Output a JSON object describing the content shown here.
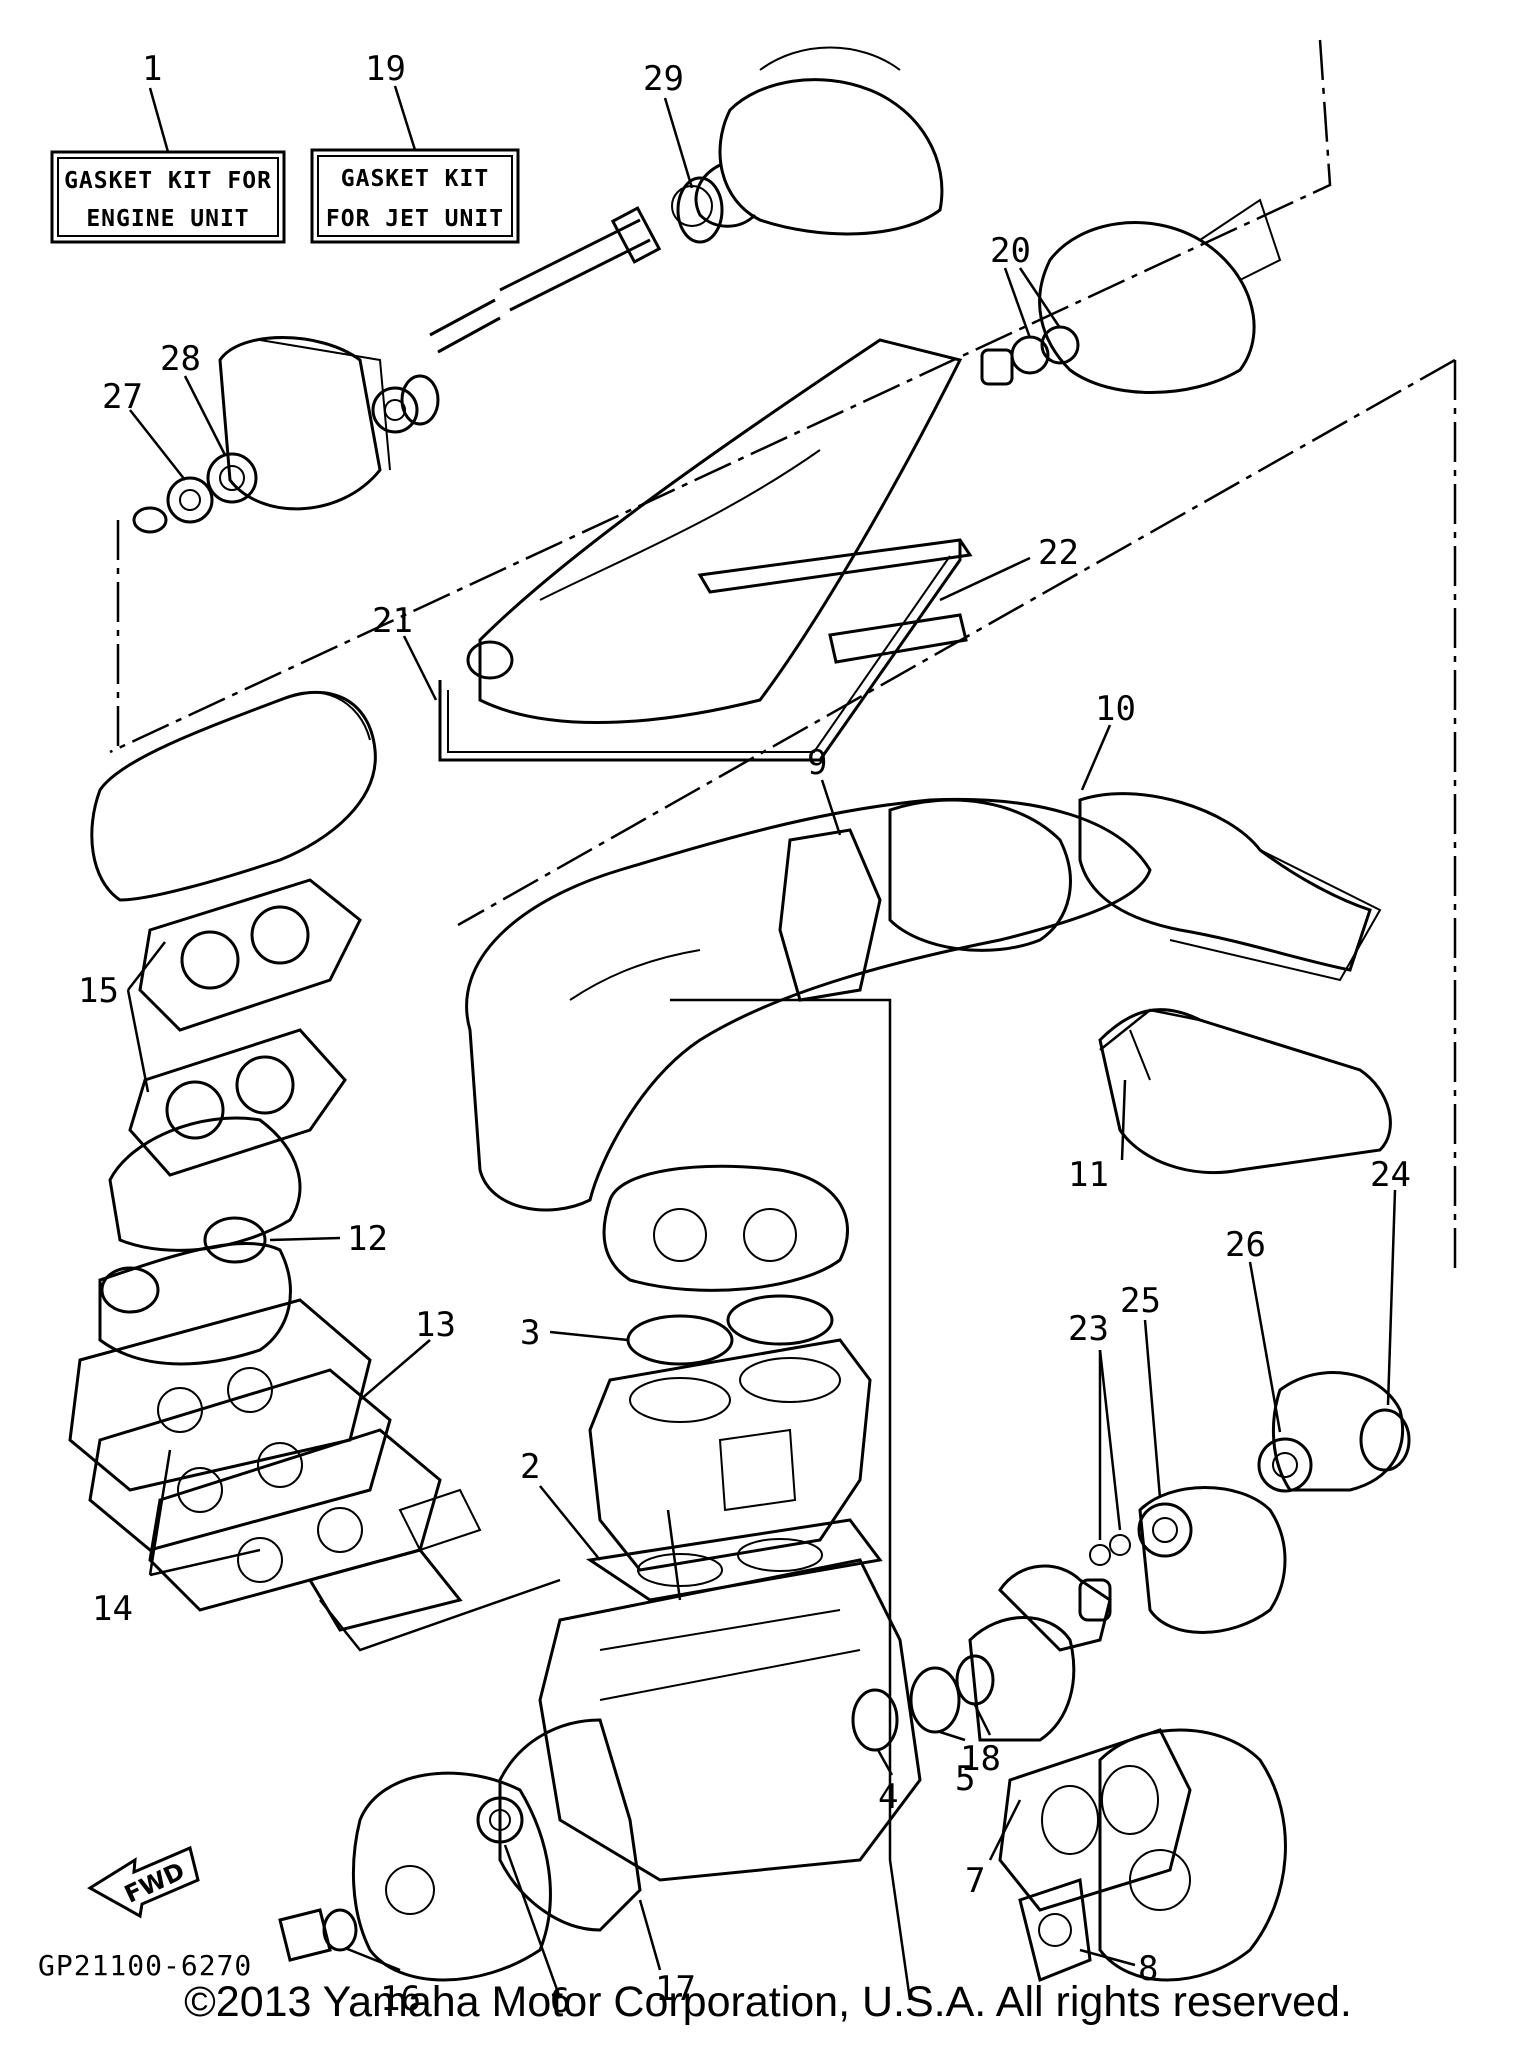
{
  "kit_boxes": [
    {
      "callout": "1",
      "line1": "GASKET KIT FOR",
      "line2": "ENGINE UNIT"
    },
    {
      "callout": "19",
      "line1": "GASKET KIT",
      "line2": "FOR JET UNIT"
    }
  ],
  "callouts": [
    "2",
    "3",
    "4",
    "5",
    "6",
    "7",
    "8",
    "9",
    "10",
    "11",
    "12",
    "13",
    "14",
    "15",
    "16",
    "17",
    "18",
    "20",
    "21",
    "22",
    "23",
    "24",
    "25",
    "26",
    "27",
    "28",
    "29"
  ],
  "figure_code": "GP21100-6270",
  "fwd_label": "FWD",
  "copyright": "©2013 Yamaha Motor Corporation, U.S.A. All rights reserved."
}
